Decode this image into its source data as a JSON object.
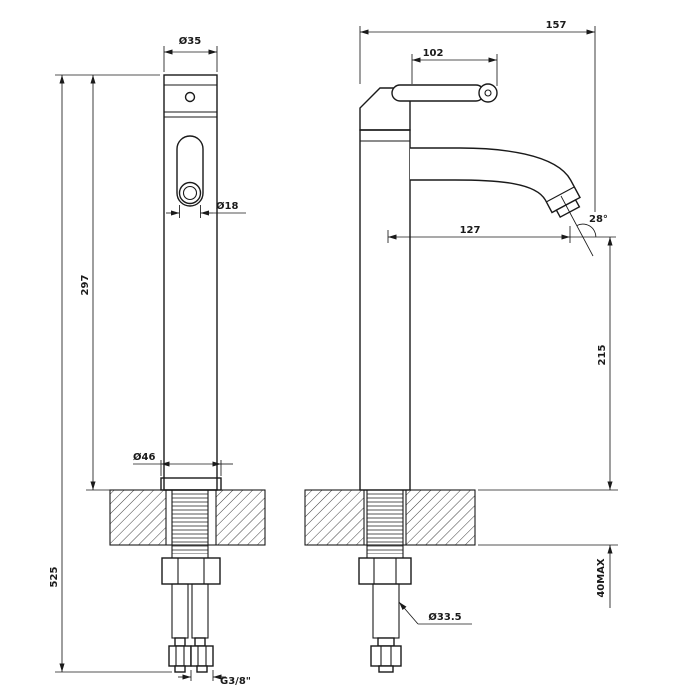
{
  "drawing": {
    "type": "faucet technical drawing, two orthographic views with dimensions",
    "front_view": {
      "dim_cap_diameter": "Ø35",
      "dim_aerator_diameter": "Ø18",
      "dim_height_above_deck": "297",
      "dim_total_height": "525",
      "dim_base_diameter": "Ø46",
      "dim_connection_thread": "G3/8\""
    },
    "side_view": {
      "dim_total_depth": "157",
      "dim_handle_length": "102",
      "dim_spout_reach": "127",
      "dim_spout_angle": "28°",
      "dim_outlet_height": "215",
      "dim_deck_thickness": "40MAX",
      "dim_shank_diameter": "Ø33.5"
    },
    "line_color": "#1a1a1a",
    "background_color": "#ffffff"
  }
}
